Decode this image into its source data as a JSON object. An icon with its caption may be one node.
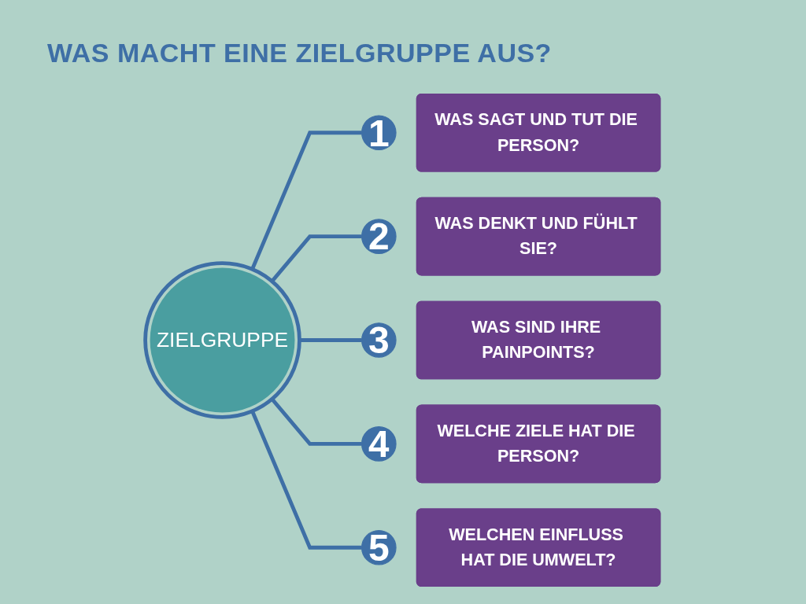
{
  "diagram": {
    "title": "WAS MACHT EINE ZIELGRUPPE AUS?",
    "nodes": [
      {
        "text": [
          "ZIELGRUPPE"
        ]
      },
      {
        "text": [
          "1"
        ]
      },
      {
        "text": [
          "WAS SAGT UND TUT DIE PERSON?"
        ]
      },
      {
        "text": [
          "2"
        ]
      },
      {
        "text": [
          "WAS DENKT UND FÜHLT SIE?"
        ]
      },
      {
        "text": [
          "3"
        ]
      },
      {
        "text": [
          "WAS SIND IHRE PAINPOINTS?"
        ]
      },
      {
        "text": [
          "4"
        ]
      },
      {
        "text": [
          "WELCHE ZIELE HAT DIE PERSON?"
        ]
      },
      {
        "text": [
          "5"
        ]
      },
      {
        "text": [
          "WELCHEN EINFLUSS HAT DIE UMWELT?"
        ]
      }
    ],
    "edges": [
      {
        "from": 0,
        "to": 1,
        "arrow": "none"
      },
      {
        "from": 0,
        "to": 3,
        "arrow": "none"
      },
      {
        "from": 0,
        "to": 5,
        "arrow": "none"
      },
      {
        "from": 0,
        "to": 7,
        "arrow": "none"
      },
      {
        "from": 0,
        "to": 9,
        "arrow": "none"
      }
    ]
  }
}
